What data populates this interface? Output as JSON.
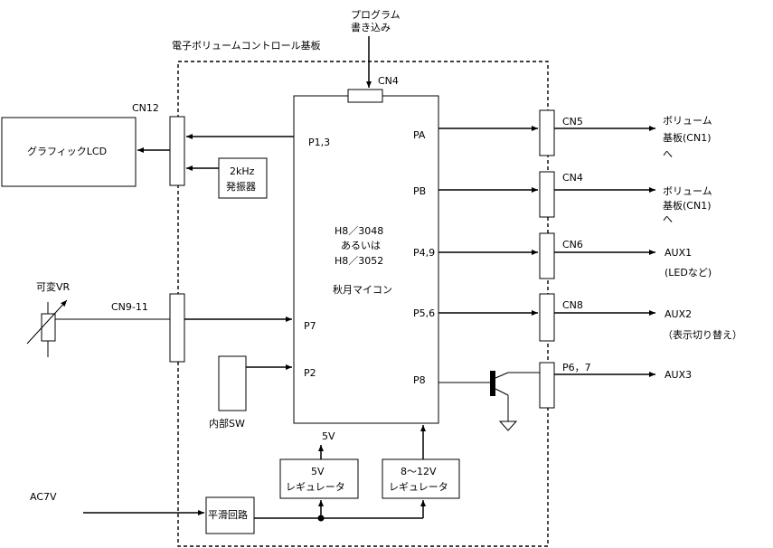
{
  "board": {
    "title": "電子ボリュームコントロール基板"
  },
  "program": {
    "line1": "プログラム",
    "line2": "書き込み",
    "connector": "CN4"
  },
  "lcd": {
    "label": "グラフィックLCD",
    "connector": "CN12"
  },
  "osc": {
    "line1": "2kHz",
    "line2": "発振器"
  },
  "vr": {
    "label": "可変VR",
    "connector": "CN9-11"
  },
  "internal_sw": {
    "label": "内部SW"
  },
  "mcu": {
    "line1": "H8／3048",
    "line2": "あるいは",
    "line3": "H8／3052",
    "line4": "秋月マイコン",
    "ports_left": [
      "P1,3",
      "P7",
      "P2"
    ],
    "ports_right": [
      "PA",
      "PB",
      "P4,9",
      "P5,6",
      "P8"
    ]
  },
  "outputs": [
    {
      "connector": "CN5",
      "line1": "ボリューム",
      "line2": "基板(CN1)",
      "line3": "へ"
    },
    {
      "connector": "CN4",
      "line1": "ボリューム",
      "line2": "基板(CN1)",
      "line3": "へ"
    },
    {
      "connector": "CN6",
      "line1": "AUX1",
      "line2": "(LEDなど)"
    },
    {
      "connector": "CN8",
      "line1": "AUX2",
      "line2": "（表示切り替え）"
    },
    {
      "connector": "P6，7",
      "line1": "AUX3"
    }
  ],
  "power": {
    "out_label": "5V",
    "reg5_line1": "5V",
    "reg5_line2": "レギュレータ",
    "reg812_line1": "8～12V",
    "reg812_line2": "レギュレータ",
    "input_label": "AC7V",
    "smoothing": "平滑回路"
  }
}
